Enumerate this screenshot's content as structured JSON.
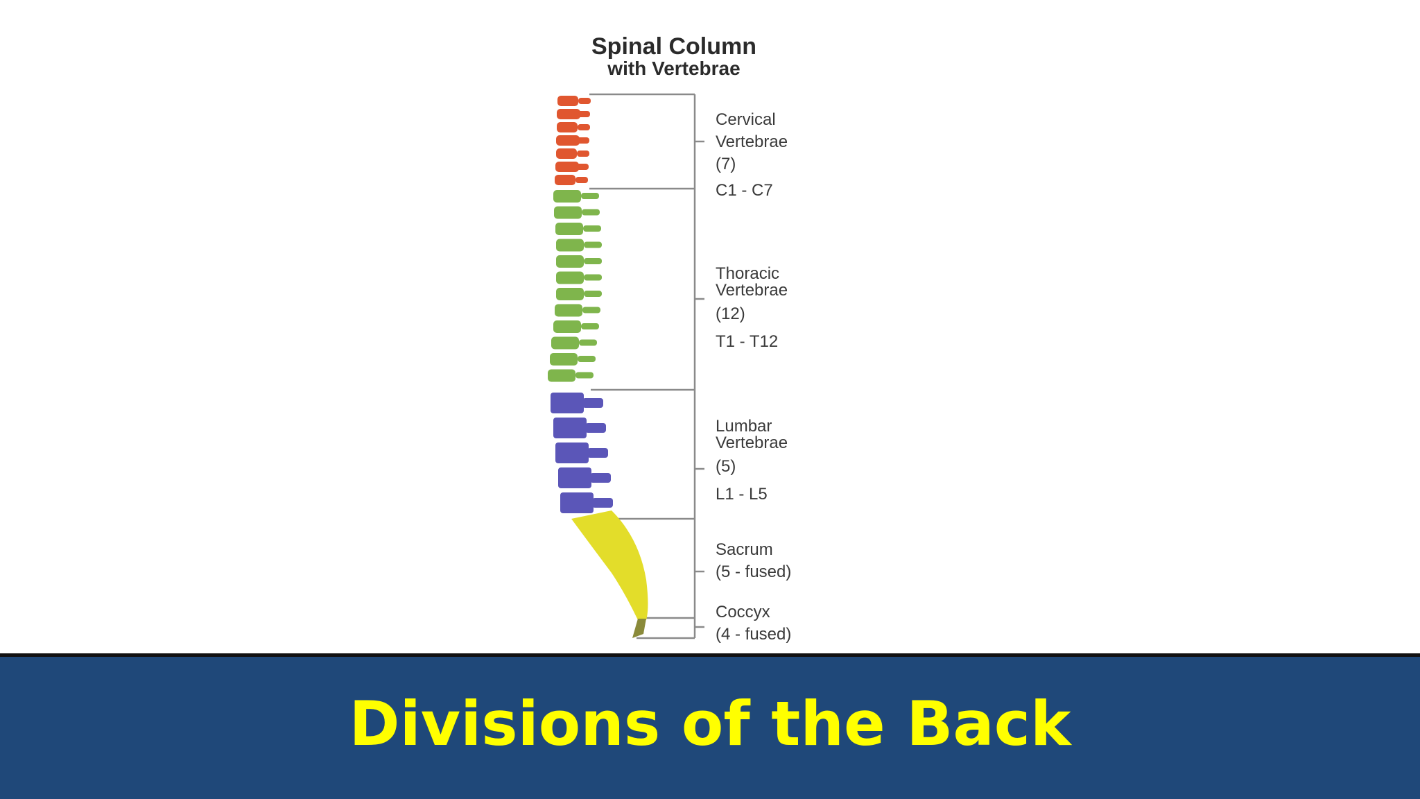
{
  "slide": {
    "footer_title": "Divisions of the Back"
  },
  "figure": {
    "title_line1": "Spinal Column",
    "title_line2": "with Vertebrae",
    "regions": [
      {
        "key": "cervical",
        "lines": [
          "Cervical",
          "Vertebrae",
          "(7)",
          "C1 - C7"
        ],
        "color": "#e0562f"
      },
      {
        "key": "thoracic",
        "lines": [
          "Thoracic",
          "Vertebrae",
          "(12)",
          "T1 - T12"
        ],
        "color": "#7fb54c"
      },
      {
        "key": "lumbar",
        "lines": [
          "Lumbar",
          "Vertebrae",
          "(5)",
          "L1 - L5"
        ],
        "color": "#5b56b8"
      },
      {
        "key": "sacrum",
        "lines": [
          "Sacrum",
          "(5 - fused)"
        ],
        "color": "#e3dd2a"
      },
      {
        "key": "coccyx",
        "lines": [
          "Coccyx",
          "(4 - fused)"
        ],
        "color": "#8a8a3a"
      }
    ]
  },
  "colors": {
    "footer_bg": "#1f4879",
    "footer_text": "#ffff00",
    "bracket_line": "#8a8a8a"
  }
}
